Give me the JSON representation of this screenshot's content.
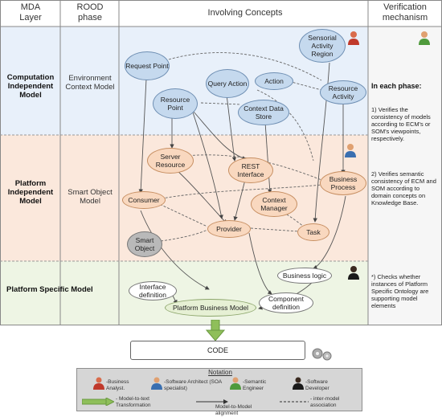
{
  "headers": {
    "mda_layer": "MDA Layer",
    "rood_phase": "ROOD phase",
    "involving_concepts": "Involving Concepts",
    "verification": "Verification mechanism"
  },
  "layers": {
    "cim": "Computation Independent Model",
    "pim": "Platform Independent Model",
    "psm": "Platform Specific Model"
  },
  "phases": {
    "cim": "Environment Context Model",
    "pim": "Smart Object Model"
  },
  "nodes": {
    "request_point": "Request Point",
    "query_action": "Query Action",
    "action": "Action",
    "sensorial_region": "Sensorial Activity Region",
    "resource_point": "Resource Point",
    "context_data_store": "Context Data Store",
    "resource_activity": "Resource Activity",
    "server_resource": "Server Resource",
    "rest_interface": "REST Interface",
    "business_process": "Business Process",
    "consumer": "Consumer",
    "context_manager": "Context Manager",
    "provider": "Provider",
    "task": "Task",
    "smart_object": "Smart Object",
    "business_logic": "Business logic",
    "interface_definition": "Interface definition",
    "platform_business_model": "Platform Business Model",
    "component_definition": "Component definition"
  },
  "verification_text": {
    "title": "In each phase:",
    "p1": "1) Verifies the consistency of models according to ECM's or SOM's viewpoints, respectively.",
    "p2": "2) Verifies semantic consistency of ECM and SOM according to domain concepts on Knowledge Base.",
    "p3": "*) Checks whether instances of Platform Specific Ontology are supporting model elements"
  },
  "code_label": "CODE",
  "notation": {
    "title": "Notation",
    "roles": [
      "-Business Analyst.",
      "-Software Architect (SOA specialist)",
      "-Semantic Engineer",
      "-Software Developer"
    ],
    "model_to_text": "- Model-to-text Transformation",
    "model_to_model": "Model-to-Model alignment",
    "inter_model": "- inter-model association"
  },
  "colors": {
    "cim_band": "#e8f0fa",
    "pim_band": "#fbe8dc",
    "psm_band": "#eef5e4",
    "blue_node": "#c5d9ee",
    "peach_node": "#f9d8bf",
    "arrow_green": "#8fbf5a"
  }
}
